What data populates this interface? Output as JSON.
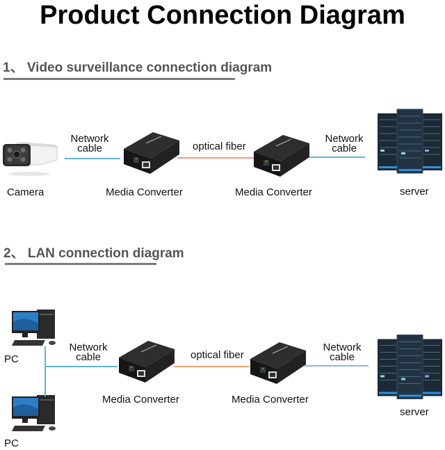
{
  "title": "Product Connection Diagram",
  "sections": [
    {
      "heading": "1、 Video surveillance connection diagram",
      "devices": {
        "source": {
          "label": "Camera",
          "icon": "camera-icon"
        },
        "converter_left": {
          "label": "Media Converter",
          "icon": "media-converter-icon"
        },
        "converter_right": {
          "label": "Media Converter",
          "icon": "media-converter-icon"
        },
        "destination": {
          "label": "server",
          "icon": "server-icon"
        }
      },
      "links": {
        "left": {
          "line1": "Network",
          "line2": "cable",
          "type": "network"
        },
        "middle": {
          "label": "optical fiber",
          "type": "fiber"
        },
        "right": {
          "line1": "Network",
          "line2": "cable",
          "type": "network"
        }
      }
    },
    {
      "heading": "2、 LAN connection diagram",
      "devices": {
        "source_top": {
          "label": "PC",
          "icon": "pc-icon"
        },
        "source_bottom": {
          "label": "PC",
          "icon": "pc-icon"
        },
        "converter_left": {
          "label": "Media Converter",
          "icon": "media-converter-icon"
        },
        "converter_right": {
          "label": "Media Converter",
          "icon": "media-converter-icon"
        },
        "destination": {
          "label": "server",
          "icon": "server-icon"
        }
      },
      "links": {
        "left": {
          "line1": "Network",
          "line2": "cable",
          "type": "network"
        },
        "middle": {
          "label": "optical fiber",
          "type": "fiber"
        },
        "right": {
          "line1": "Network",
          "line2": "cable",
          "type": "network"
        }
      }
    }
  ],
  "colors": {
    "network_cable": "#5fb3d8",
    "optical_fiber": "#f0a070",
    "heading_text": "#555555"
  }
}
